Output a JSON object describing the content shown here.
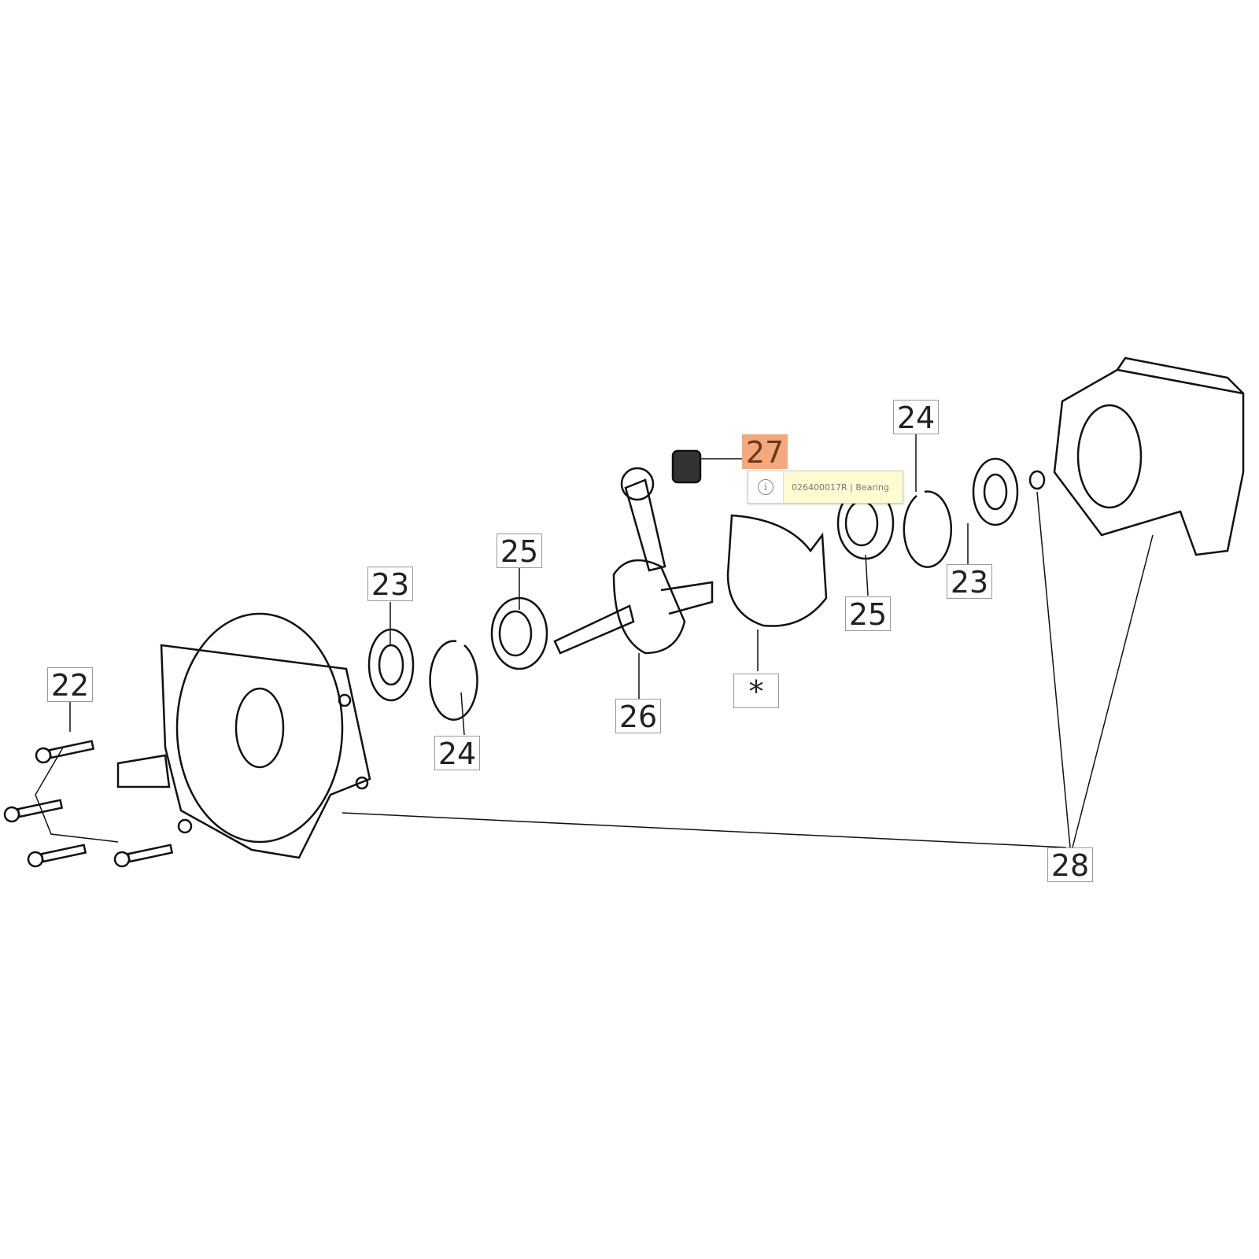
{
  "callouts": {
    "c22": "22",
    "c23a": "23",
    "c24a": "24",
    "c25a": "25",
    "c26": "26",
    "c27": "27",
    "cstar": "*",
    "c25b": "25",
    "c24b": "24",
    "c23b": "23",
    "c28": "28"
  },
  "tooltip": {
    "icon": "info-icon",
    "text": "026400017R | Bearing"
  },
  "colors": {
    "highlight": "#f3a97d",
    "tooltip_bg": "#fffbd0"
  }
}
